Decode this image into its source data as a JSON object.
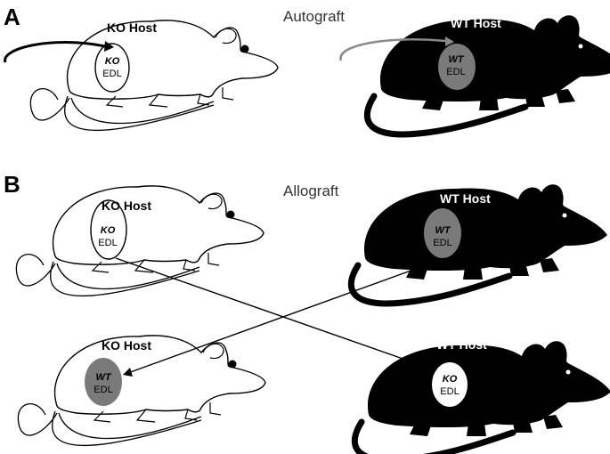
{
  "panels": [
    {
      "letter": "A",
      "title": "Autograft"
    },
    {
      "letter": "B",
      "title": "Allograft"
    }
  ],
  "mice": [
    {
      "id": "a-ko",
      "host": "KO  Host",
      "edl_genotype": "KO",
      "edl_label": "EDL",
      "body": "white",
      "edl_fill": "white"
    },
    {
      "id": "a-wt",
      "host": "WT  Host",
      "edl_genotype": "WT",
      "edl_label": "EDL",
      "body": "black",
      "edl_fill": "grey"
    },
    {
      "id": "b-ko-top",
      "host": "KO  Host",
      "edl_genotype": "KO",
      "edl_label": "EDL",
      "body": "white",
      "edl_fill": "white"
    },
    {
      "id": "b-wt-top",
      "host": "WT  Host",
      "edl_genotype": "WT",
      "edl_label": "EDL",
      "body": "black",
      "edl_fill": "grey"
    },
    {
      "id": "b-ko-bottom",
      "host": "KO  Host",
      "edl_genotype": "WT",
      "edl_label": "EDL",
      "body": "white",
      "edl_fill": "grey"
    },
    {
      "id": "b-wt-bottom",
      "host": "WT Host",
      "edl_genotype": "KO",
      "edl_label": "EDL",
      "body": "black",
      "edl_fill": "white"
    }
  ],
  "colors": {
    "mouse_black": "#000000",
    "mouse_white": "#ffffff",
    "graft_grey": "#7a7a7a",
    "autograft_arrow_ko": "#000000",
    "autograft_arrow_wt": "#8a8a8a",
    "label_on_black": "#ffffff",
    "label_on_white": "#000000"
  }
}
